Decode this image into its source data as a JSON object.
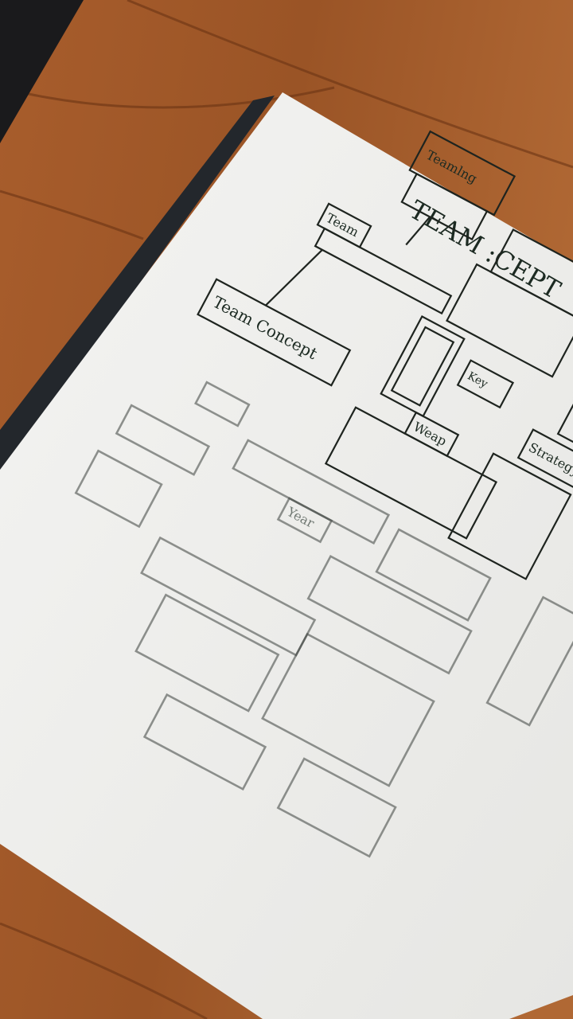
{
  "scene": {
    "colors": {
      "wood": "#9a5426",
      "wood_dark": "#6b3414",
      "paper": "#efefec",
      "ink": "#1e241f",
      "cover": "#23272c"
    },
    "notebook": {
      "title": "TEAM :CEPT",
      "labels": [
        "Teamlng",
        "Team",
        "Team Concept",
        "Strategy",
        "Key",
        "Weap",
        "Year"
      ]
    }
  }
}
